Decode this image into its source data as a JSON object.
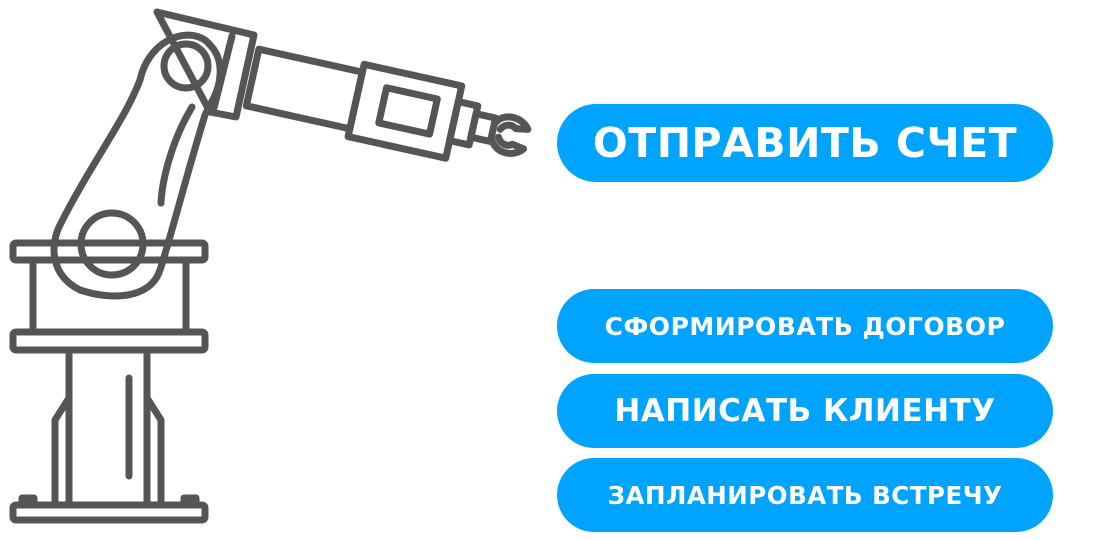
{
  "colors": {
    "accent": "#00a4ff",
    "robot_stroke": "#555555"
  },
  "illustration": {
    "icon": "robot-arm-icon"
  },
  "buttons": {
    "send_invoice": "ОТПРАВИТЬ СЧЕТ",
    "create_contract": "СФОРМИРОВАТЬ ДОГОВОР",
    "message_client": "НАПИСАТЬ КЛИЕНТУ",
    "schedule_meeting": "ЗАПЛАНИРОВАТЬ ВСТРЕЧУ"
  }
}
